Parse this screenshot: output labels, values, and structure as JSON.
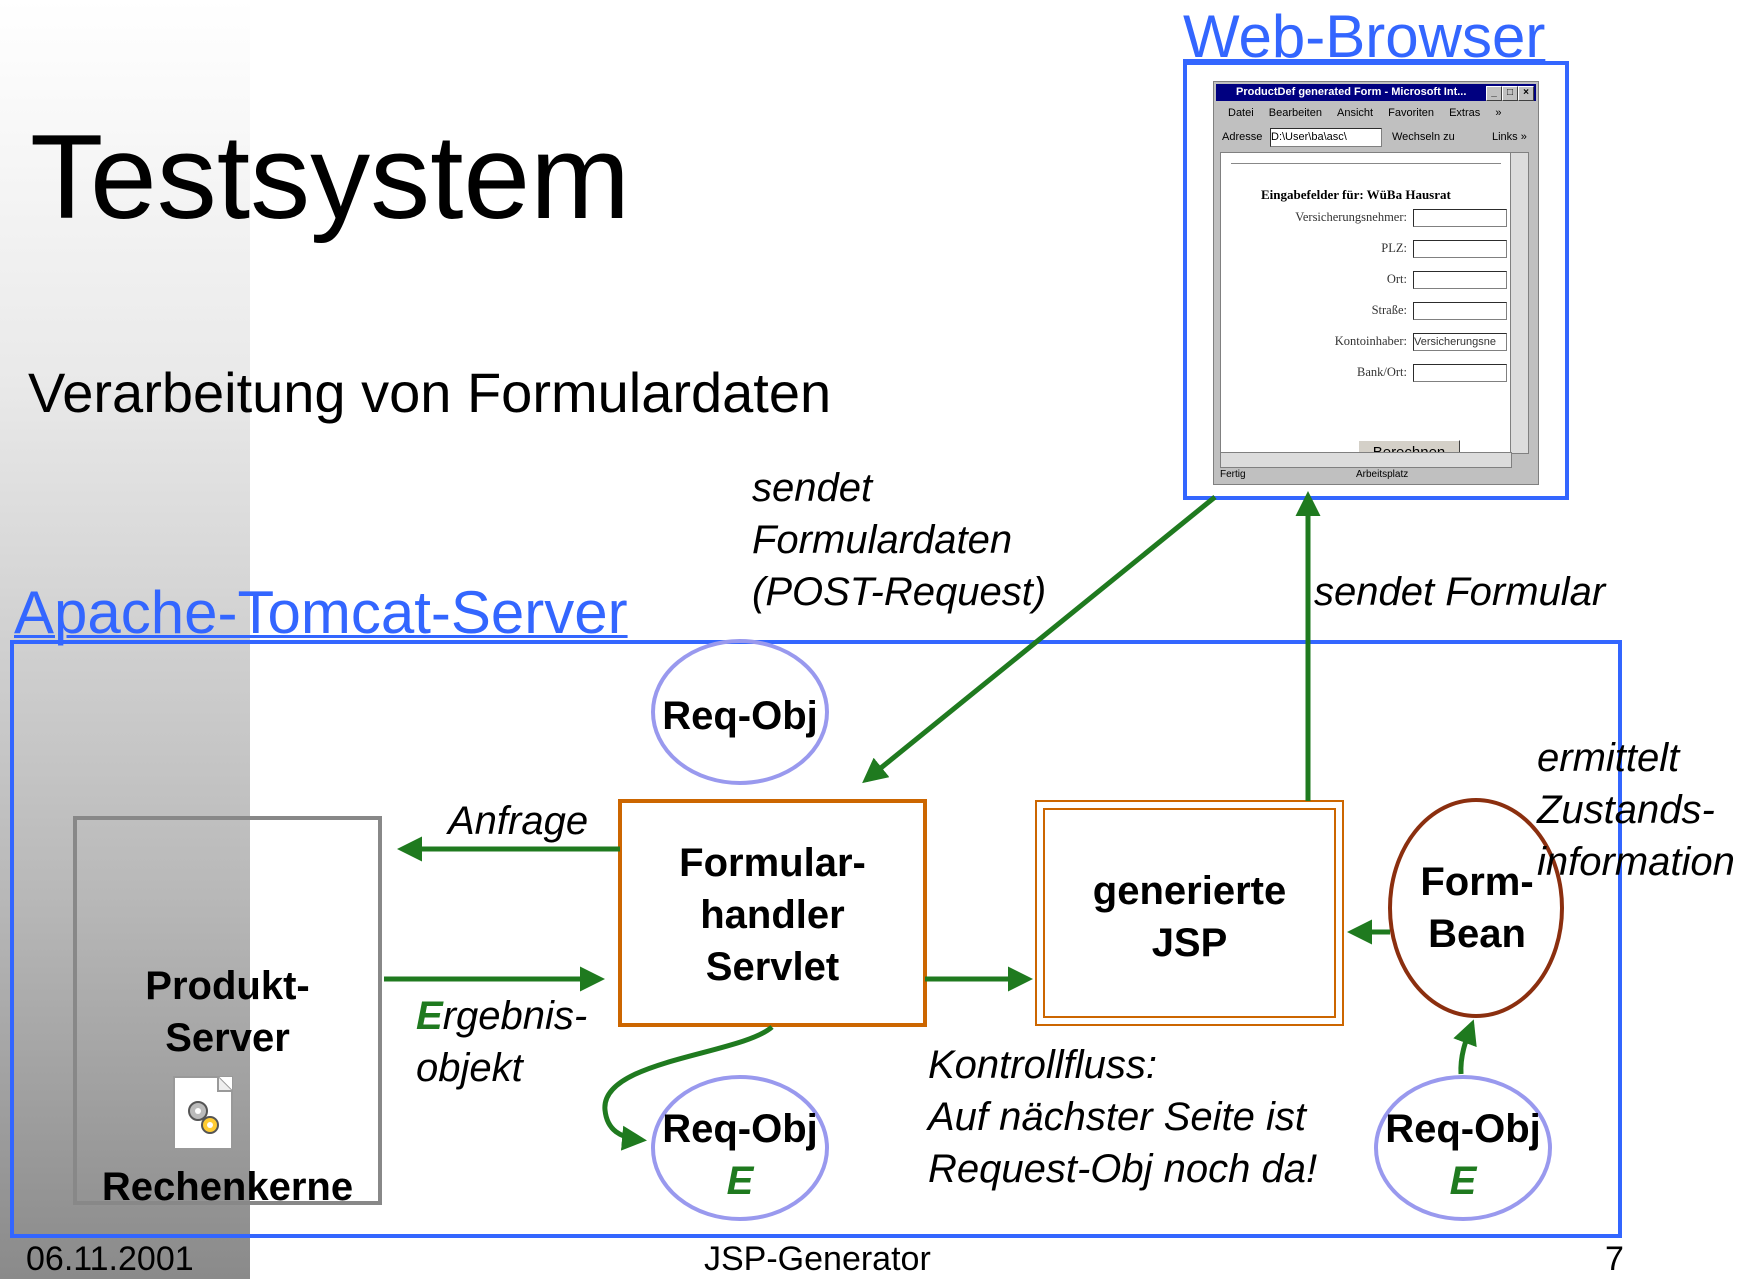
{
  "slide": {
    "title": "Testsystem",
    "subtitle": "Verarbeitung von Formulardaten",
    "footer": {
      "date": "06.11.2001",
      "center": "JSP-Generator",
      "page": "7"
    }
  },
  "labels": {
    "web_browser": "Web-Browser",
    "server": "Apache-Tomcat-Server",
    "sendet_formulardaten": [
      "sendet",
      "Formulardaten",
      "(POST-Request)"
    ],
    "sendet_formular": "sendet Formular",
    "anfrage": "Anfrage",
    "ergebnis_first": "E",
    "ergebnis_rest": [
      "rgebnis-",
      "objekt"
    ],
    "ermittelt": [
      "ermittelt",
      "Zustands-",
      "information"
    ],
    "kontrollfluss": [
      "Kontrollfluss:",
      "Auf nächster Seite ist",
      "Request-Obj noch da!"
    ]
  },
  "nodes": {
    "req_obj_top": "Req-Obj",
    "formularhandler": [
      "Formular-",
      "handler",
      "Servlet"
    ],
    "generierte_jsp": [
      "generierte",
      "JSP"
    ],
    "form_bean": [
      "Form-",
      "Bean"
    ],
    "produkt_server": [
      "Produkt-",
      "Server"
    ],
    "rechenkerne": "Rechenkerne",
    "req_obj_bottom": {
      "label": "Req-Obj",
      "sub": "E"
    },
    "req_obj_right": {
      "label": "Req-Obj",
      "sub": "E"
    }
  },
  "browser": {
    "window_title": "ProductDef generated Form - Microsoft Int...",
    "menu": [
      "Datei",
      "Bearbeiten",
      "Ansicht",
      "Favoriten",
      "Extras",
      "»"
    ],
    "address_label": "Adresse",
    "address_value": "D:\\User\\ba\\asc\\",
    "go_label": "Wechseln zu",
    "links_label": "Links »",
    "heading": "Eingabefelder für: WüBa Hausrat",
    "fields": [
      {
        "label": "Versicherungsnehmer:",
        "value": ""
      },
      {
        "label": "PLZ:",
        "value": ""
      },
      {
        "label": "Ort:",
        "value": ""
      },
      {
        "label": "Straße:",
        "value": ""
      },
      {
        "label": "Kontoinhaber:",
        "value": "Versicherungsne"
      },
      {
        "label": "Bank/Ort:",
        "value": ""
      }
    ],
    "button": "Berechnen",
    "status_left": "Fertig",
    "status_right": "Arbeitsplatz"
  },
  "colors": {
    "blue": "#3366ff",
    "green": "#1f7a1f",
    "orange": "#cc6600",
    "brown": "#8b2f0f",
    "lavender": "#9999ee",
    "gray": "#888888"
  }
}
